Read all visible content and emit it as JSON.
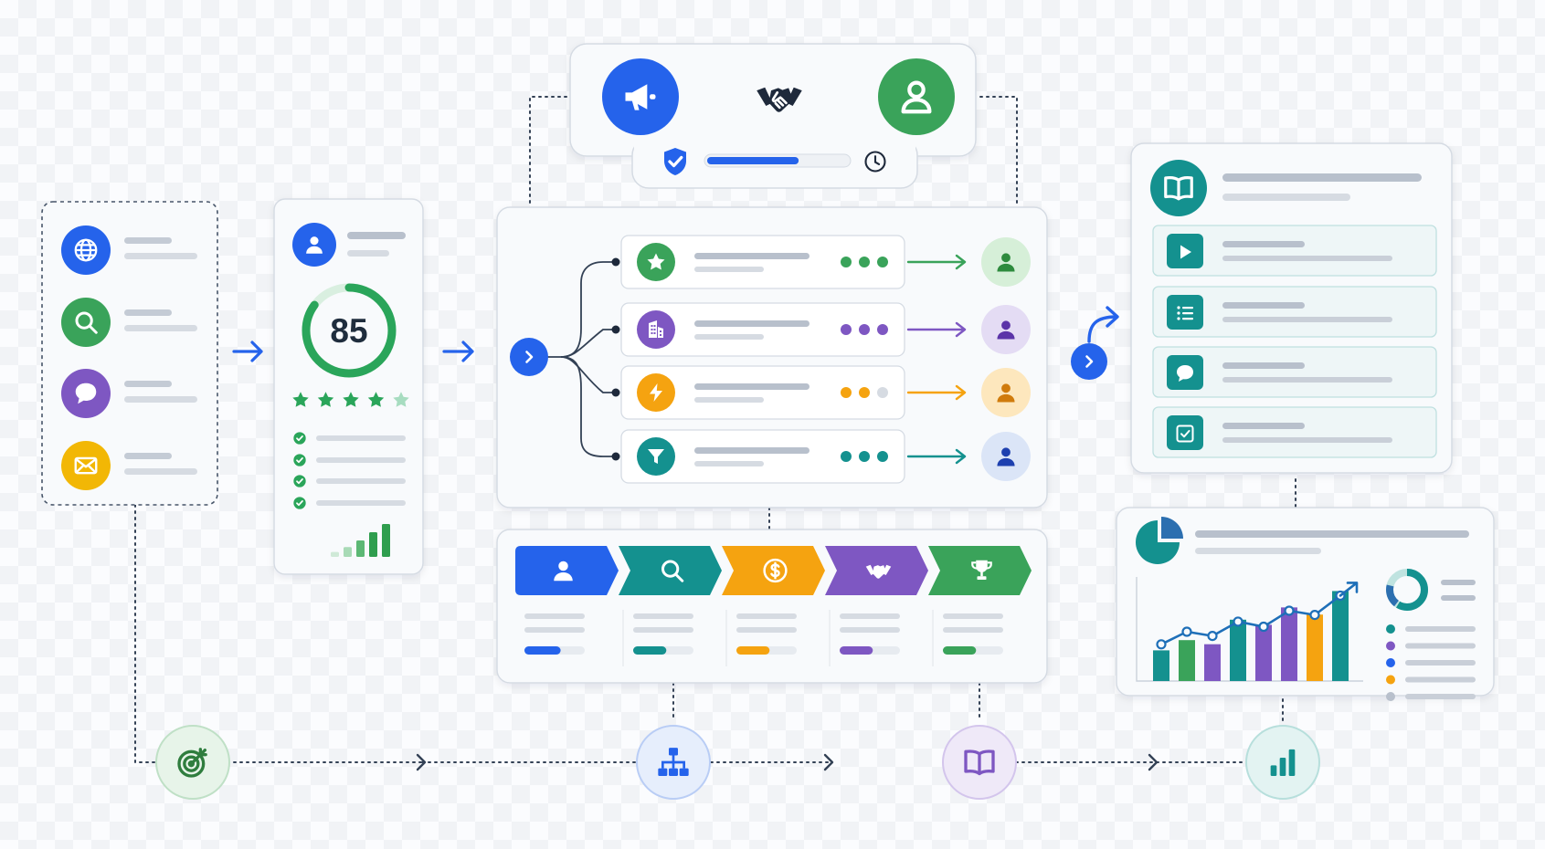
{
  "lead_score": {
    "value": "85",
    "stars_filled": 4,
    "stars_total": 5,
    "bar_heights": [
      0.15,
      0.3,
      0.5,
      0.75,
      1.0
    ]
  },
  "handoff": {
    "progress": 0.65
  },
  "colors": {
    "blue": "#2563eb",
    "green": "#3aa35a",
    "teal": "#14918f",
    "purple": "#7e57c2",
    "amber": "#f5a310",
    "line": "#334155",
    "card_border": "#d5dbe3"
  },
  "sources": [
    "globe-icon",
    "search-icon",
    "chat-icon",
    "mail-icon"
  ],
  "routing_rows": [
    {
      "icon": "star-icon",
      "color": "#3aa35a",
      "avatar_bg": "#d6efd8",
      "avatar_fg": "#2e8b3e"
    },
    {
      "icon": "building-icon",
      "color": "#7e57c2",
      "avatar_bg": "#e4dcf4",
      "avatar_fg": "#5b34a8"
    },
    {
      "icon": "bolt-icon",
      "color": "#f5a310",
      "avatar_bg": "#fde7bd",
      "avatar_fg": "#d07b0c"
    },
    {
      "icon": "filter-icon",
      "color": "#14918f",
      "avatar_bg": "#dbe5f7",
      "avatar_fg": "#1e40af"
    }
  ],
  "pipeline_stages": [
    {
      "icon": "user-icon",
      "color": "#2563eb",
      "progress": 0.6
    },
    {
      "icon": "search-icon",
      "color": "#14918f",
      "progress": 0.55
    },
    {
      "icon": "dollar-icon",
      "color": "#f5a310",
      "progress": 0.55
    },
    {
      "icon": "handshake-icon",
      "color": "#7e57c2",
      "progress": 0.55
    },
    {
      "icon": "trophy-icon",
      "color": "#3aa35a",
      "progress": 0.55
    }
  ],
  "content_items": [
    "play-icon",
    "list-icon",
    "chat-icon",
    "checkbox-icon"
  ],
  "analytics": {
    "bars": [
      0.3,
      0.4,
      0.36,
      0.6,
      0.55,
      0.72,
      0.65,
      0.88
    ],
    "line": [
      0.35,
      0.5,
      0.45,
      0.62,
      0.56,
      0.75,
      0.7,
      0.93
    ],
    "legend_colors": [
      "#14918f",
      "#7e57c2",
      "#2563eb",
      "#f5a310",
      "#b8c0cc"
    ]
  },
  "bottom_flow": [
    "target-icon",
    "org-chart-icon",
    "book-icon",
    "bar-chart-icon"
  ]
}
